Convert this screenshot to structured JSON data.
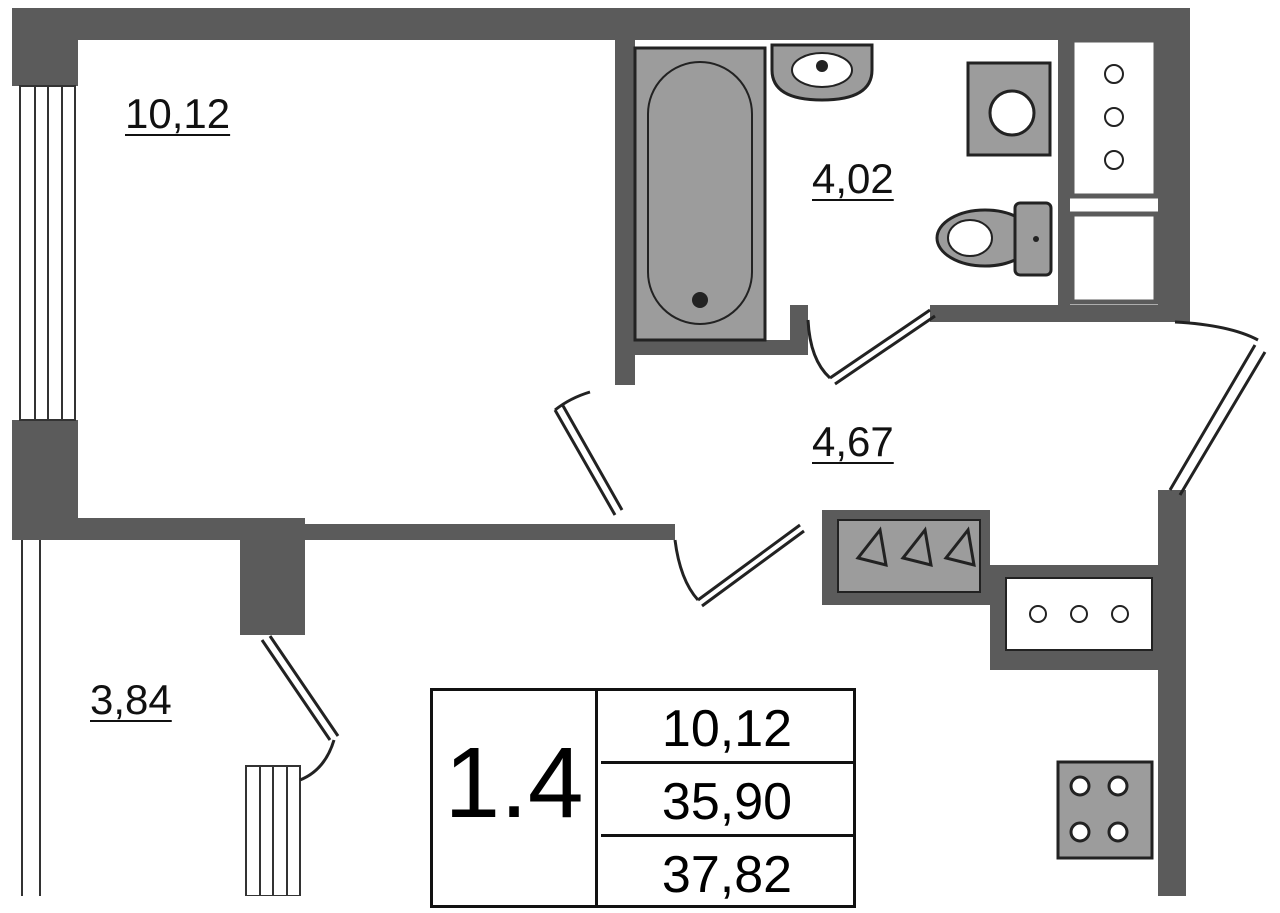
{
  "rooms": {
    "living": "10,12",
    "bathroom": "4,02",
    "hall": "4,67",
    "balcony": "3,84"
  },
  "summary": {
    "apartment_type": "1.4",
    "living_area": "10,12",
    "total_area": "35,90",
    "total_with_balcony": "37,82"
  },
  "colors": {
    "wall": "#5b5b5b",
    "fixture": "#9c9c9c"
  }
}
